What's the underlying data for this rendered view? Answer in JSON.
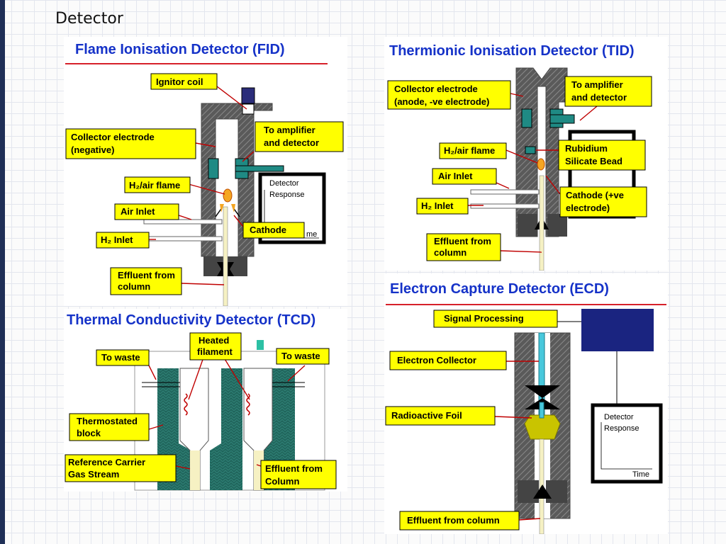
{
  "slide": {
    "title": "Detector"
  },
  "fid": {
    "heading": "Flame Ionisation Detector (FID)",
    "ignitor": "Ignitor coil",
    "collector_1": "Collector electrode",
    "collector_2": "(negative)",
    "amplifier_1": "To amplifier",
    "amplifier_2": "and detector",
    "flame": "H₂/air flame",
    "air": "Air Inlet",
    "h2": "H₂ Inlet",
    "cathode": "Cathode",
    "effluent_1": "Effluent from",
    "effluent_2": "column",
    "response_1": "Detector",
    "response_2": "Response",
    "time": "me"
  },
  "tid": {
    "heading": "Thermionic Ionisation Detector (TID)",
    "collector_1": "Collector electrode",
    "collector_2": "(anode, -ve electrode)",
    "amplifier_1": "To amplifier",
    "amplifier_2": "and detector",
    "flame": "H₂/air flame",
    "bead_1": "Rubidium",
    "bead_2": "Silicate Bead",
    "air": "Air Inlet",
    "h2": "H₂ Inlet",
    "cathode_1": "Cathode (+ve",
    "cathode_2": "electrode)",
    "effluent_1": "Effluent from",
    "effluent_2": "column"
  },
  "tcd": {
    "heading": "Thermal Conductivity Detector (TCD)",
    "waste_left": "To waste",
    "waste_right": "To waste",
    "filament_1": "Heated",
    "filament_2": "filament",
    "block_1": "Thermostated",
    "block_2": "block",
    "reference_1": "Reference Carrier",
    "reference_2": "Gas Stream",
    "effluent_1": "Effluent from",
    "effluent_2": "Column"
  },
  "ecd": {
    "heading": "Electron Capture Detector (ECD)",
    "signal": "Signal Processing",
    "collector": "Electron Collector",
    "foil": "Radioactive Foil",
    "effluent": "Effluent from column",
    "response_1": "Detector",
    "response_2": "Response",
    "time": "Time"
  },
  "colors": {
    "heading": "#1532c8",
    "rule": "#d6202a",
    "label_fill": "#ffff00",
    "electrode": "#1f8a84",
    "block": "#20655c",
    "processor": "#1a2480",
    "foil": "#c9c400",
    "side_strip": "#1f2f57"
  }
}
